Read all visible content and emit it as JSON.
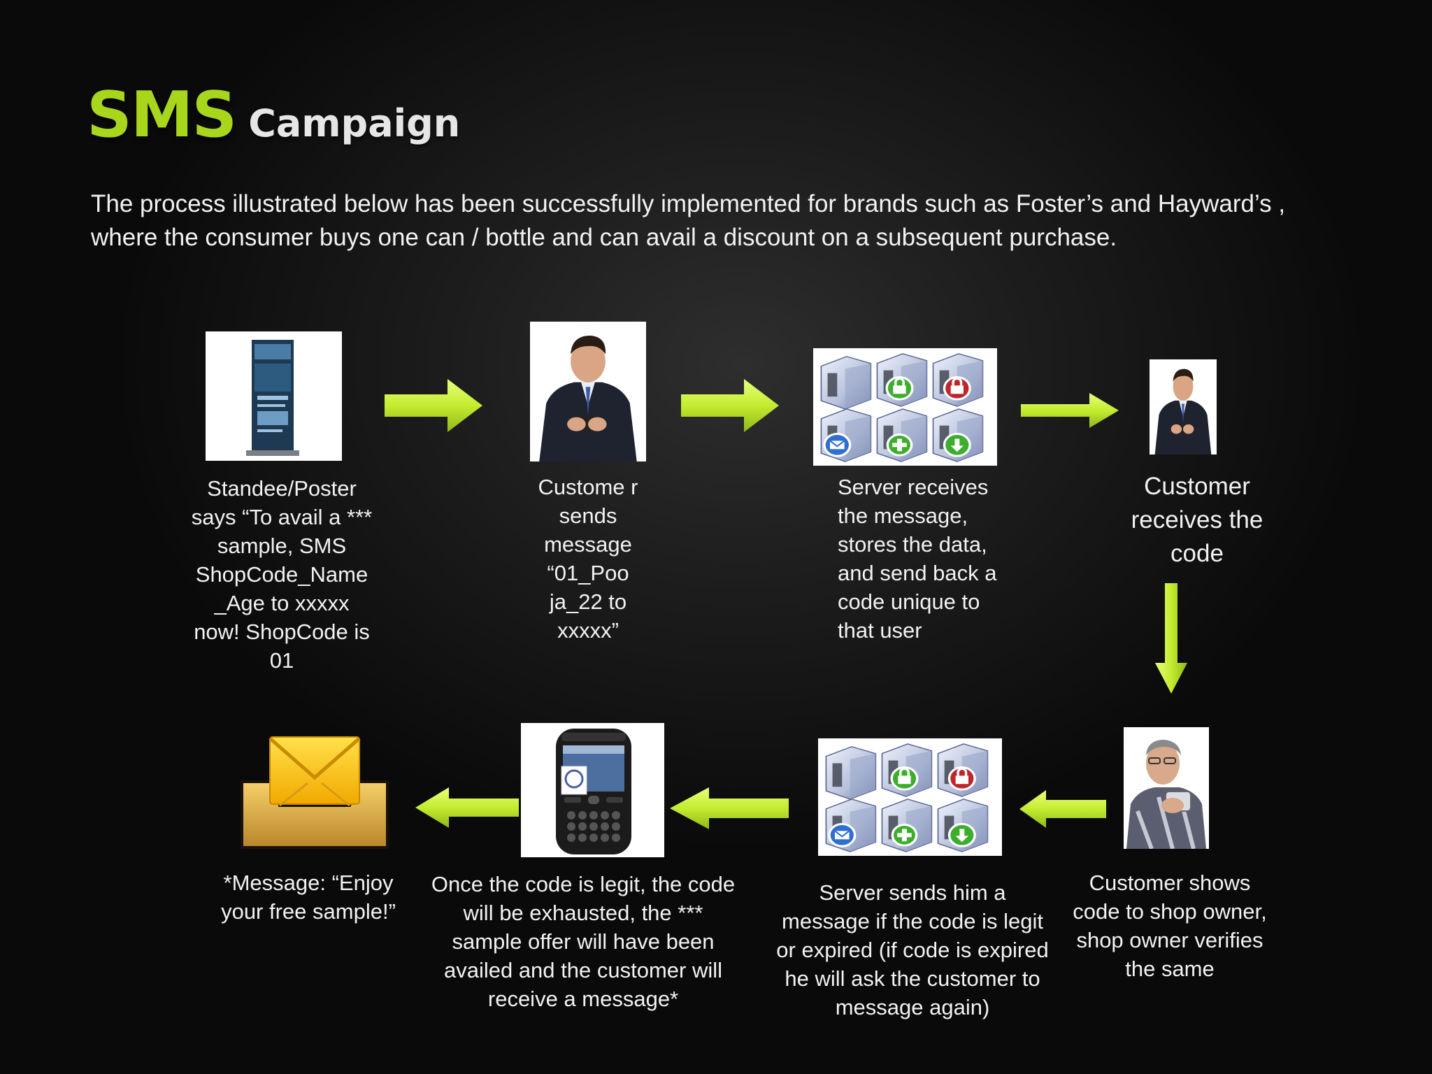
{
  "title": {
    "main": "SMS",
    "sub": "Campaign"
  },
  "intro": "The process illustrated below has been successfully implemented for brands such as Foster’s and Hayward’s , where the consumer buys one  can / bottle and can avail a discount on a subsequent purchase.",
  "steps": [
    {
      "icon": "standee-poster-icon",
      "caption": "Standee/Poster says “To avail a *** sample, SMS ShopCode_Name _Age to xxxxx now! ShopCode is 01"
    },
    {
      "icon": "man-texting-icon",
      "caption": "Custome r sends message “01_Poo ja_22 to xxxxx”"
    },
    {
      "icon": "servers-icon",
      "caption": "Server receives the message, stores the data, and send back a code unique to that user"
    },
    {
      "icon": "man-texting-small-icon",
      "caption": "Customer receives the code"
    },
    {
      "icon": "man-showing-phone-icon",
      "caption": "Customer shows code to shop owner, shop owner verifies the same"
    },
    {
      "icon": "servers-icon",
      "caption": "Server sends him a message if the code is legit or expired (if code is expired he will ask the customer to message again)"
    },
    {
      "icon": "blackberry-phone-icon",
      "caption": "Once the code is legit, the code will be exhausted, the *** sample offer will have been availed and the customer will receive a message*"
    },
    {
      "icon": "mail-inbox-icon",
      "caption": "*Message: “Enjoy your free sample!”"
    }
  ],
  "colors": {
    "accent": "#a8d61c",
    "arrow": "#c9f03a",
    "background": "#1c1c1c",
    "text": "#f2f2f2"
  }
}
